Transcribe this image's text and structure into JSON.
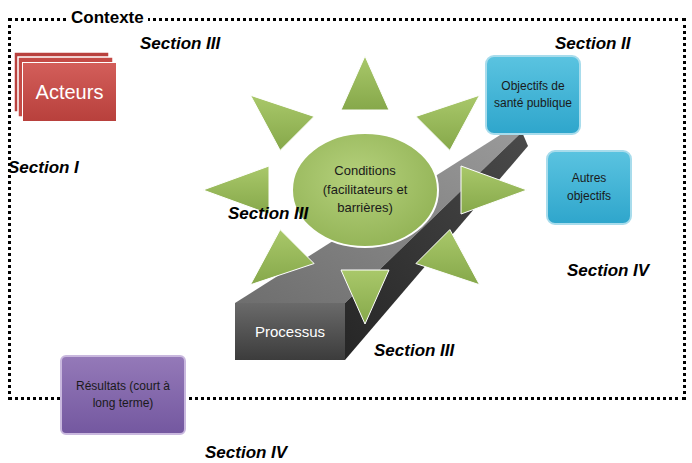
{
  "diagram": {
    "nodes": [
      {
        "text": [
          "Contexte"
        ]
      },
      {
        "text": [
          "Acteurs"
        ],
        "in": 0
      },
      {
        "text": [
          "Conditions (facilitateurs et barrières)"
        ],
        "in": 0
      },
      {
        "text": [
          "Objectifs de santé publique"
        ],
        "in": 0
      },
      {
        "text": [
          "Autres objectifs"
        ],
        "in": 0
      },
      {
        "text": [
          "Processus"
        ],
        "in": 0
      },
      {
        "text": [
          "Résultats (court à long terme)"
        ]
      }
    ],
    "labels": [
      "Section III",
      "Section II",
      "Section I",
      "Section III",
      "Section IV",
      "Section III",
      "Section IV"
    ]
  }
}
